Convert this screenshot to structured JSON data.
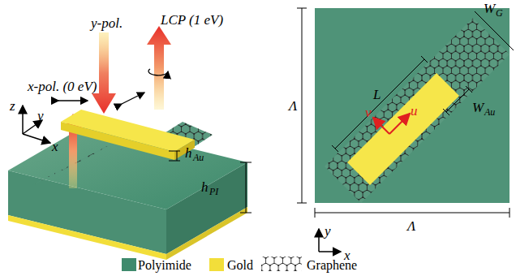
{
  "diagram": {
    "labels": [
      "y-pol.",
      "LCP (1 eV)",
      "x-pol. (0 eV)",
      "z",
      "y",
      "x",
      "h",
      "Au",
      "h",
      "PI",
      "L",
      "W",
      "G",
      "W",
      "Au",
      "v",
      "u",
      "y",
      "x",
      "Λ",
      "Λ"
    ],
    "legend": [
      {
        "text": "Polyimide",
        "color": "#3f8a6d"
      },
      {
        "text": "Gold",
        "color": "#f2de3a"
      },
      {
        "text": "Graphene"
      }
    ]
  }
}
